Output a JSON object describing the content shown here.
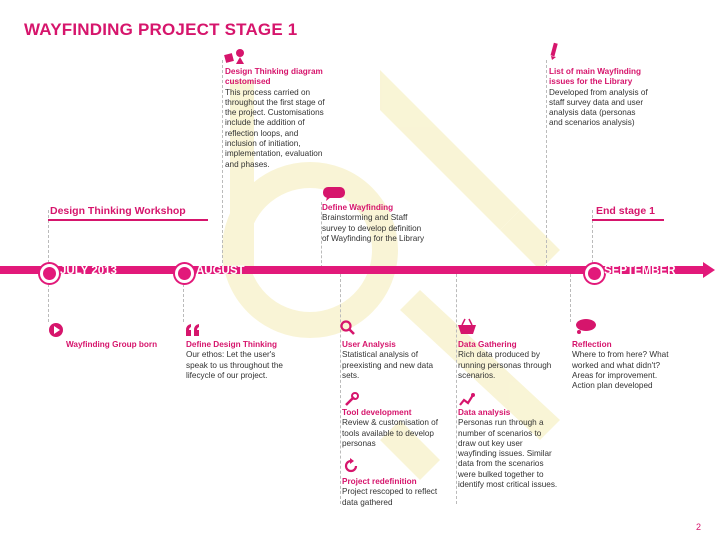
{
  "title": "WAYFINDING PROJECT STAGE 1",
  "page_number": "2",
  "colors": {
    "accent": "#d6156c",
    "bar": "#e2197a",
    "watermark": "#f7f2c9"
  },
  "timeline": {
    "milestones": [
      "JULY 2013",
      "AUGUST",
      "SEPTEMBER"
    ]
  },
  "top_headings": {
    "workshop": "Design Thinking Workshop",
    "end_stage": "End stage 1"
  },
  "notes": {
    "design_thinking": {
      "heading": "Design Thinking diagram customised",
      "body": "This process carried on throughout the first stage of the project. Customisations include the addition of reflection loops, and inclusion of initiation, implementation, evaluation and phases.",
      "icon": "shapes-icon"
    },
    "define_wayfinding": {
      "heading": "Define Wayfinding",
      "body": "Brainstorming and Staff survey to develop definition of Wayfinding for the Library",
      "icon": "speech-bubble-icon"
    },
    "list_issues": {
      "heading": "List of main Wayfinding issues for the Library",
      "body": "Developed from analysis of staff survey data and user analysis data (personas and scenarios analysis)",
      "icon": "pencil-icon"
    },
    "group_born": {
      "heading": "Wayfinding Group born",
      "body": "",
      "icon": "play-icon"
    },
    "define_design_thinking": {
      "heading": "Define Design Thinking",
      "body": "Our ethos: Let the user's speak to us throughout the lifecycle of our project.",
      "icon": "quote-icon"
    },
    "user_analysis": {
      "heading": "User Analysis",
      "body": "Statistical analysis of preexisting and new data sets.",
      "icon": "magnifier-icon"
    },
    "tool_development": {
      "heading": "Tool development",
      "body": "Review & customisation of tools available to develop personas",
      "icon": "wrench-icon"
    },
    "project_redefinition": {
      "heading": "Project redefinition",
      "body": "Project rescoped to reflect data gathered",
      "icon": "refresh-icon"
    },
    "data_gathering": {
      "heading": "Data Gathering",
      "body": "Rich data produced by running personas through scenarios.",
      "icon": "basket-icon"
    },
    "data_analysis": {
      "heading": "Data analysis",
      "body": "Personas run through a number of scenarios to draw out key user wayfinding issues. Similar data from the scenarios were bulked together to identify most critical issues.",
      "icon": "trend-icon"
    },
    "reflection": {
      "heading": "Reflection",
      "body": "Where to from here? What worked and what didn't? Areas for improvement. Action plan developed",
      "icon": "cloud-bubble-icon"
    }
  }
}
